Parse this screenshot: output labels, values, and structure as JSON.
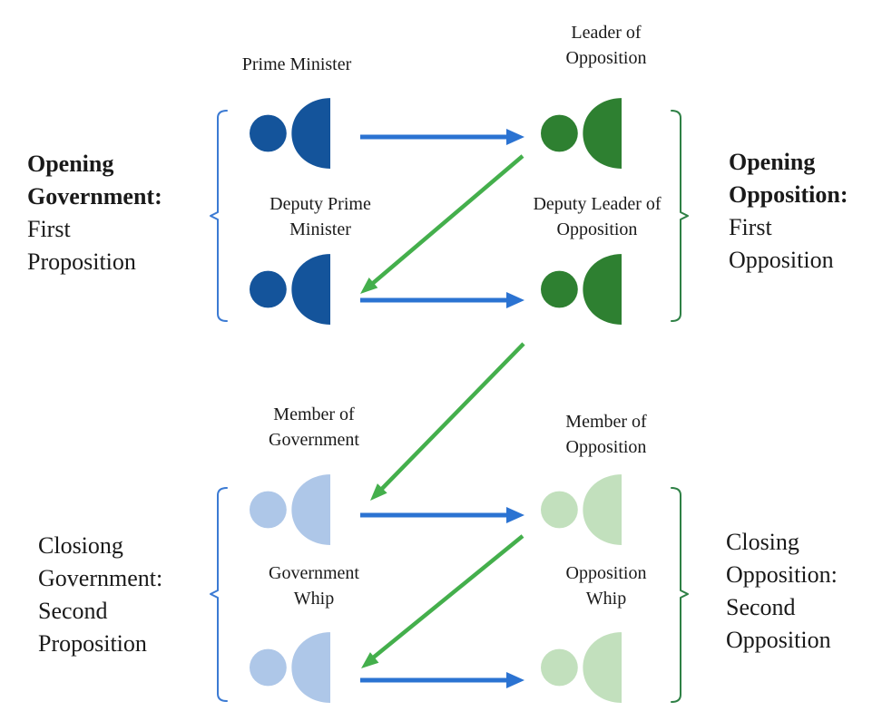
{
  "figure_labels": {
    "prime_minister": {
      "line1": "Prime Minister"
    },
    "leader_of_opposition": {
      "line1": "Leader of",
      "line2": "Opposition"
    },
    "deputy_prime_minister": {
      "line1": "Deputy Prime",
      "line2": "Minister"
    },
    "deputy_leader_of_opposition": {
      "line1": "Deputy Leader of",
      "line2": "Opposition"
    },
    "member_of_government": {
      "line1": "Member of",
      "line2": "Government"
    },
    "member_of_opposition": {
      "line1": "Member of",
      "line2": "Opposition"
    },
    "government_whip": {
      "line1": "Government",
      "line2": "Whip"
    },
    "opposition_whip": {
      "line1": "Opposition",
      "line2": "Whip"
    }
  },
  "side_labels": {
    "opening_government": {
      "line1": "Opening",
      "line2": "Government:",
      "line3": "First",
      "line4": "Proposition"
    },
    "opening_opposition": {
      "line1": "Opening",
      "line2": "Opposition:",
      "line3": "First",
      "line4": "Opposition"
    },
    "closing_government": {
      "line1": "Closiong",
      "line2": "Government:",
      "line3": "Second",
      "line4": "Proposition"
    },
    "closing_opposition": {
      "line1": "Closing",
      "line2": "Opposition:",
      "line3": "Second",
      "line4": "Opposition"
    }
  },
  "colors": {
    "government_dark": "#14549B",
    "government_light": "#AEC7E8",
    "opposition_dark": "#2E8031",
    "opposition_light": "#C2E0BD",
    "arrow_blue": "#2B73D2",
    "arrow_green": "#44AF4C",
    "bracket_blue": "#3B7AD3",
    "bracket_green": "#2E8045",
    "text": "#1A1A1A"
  }
}
